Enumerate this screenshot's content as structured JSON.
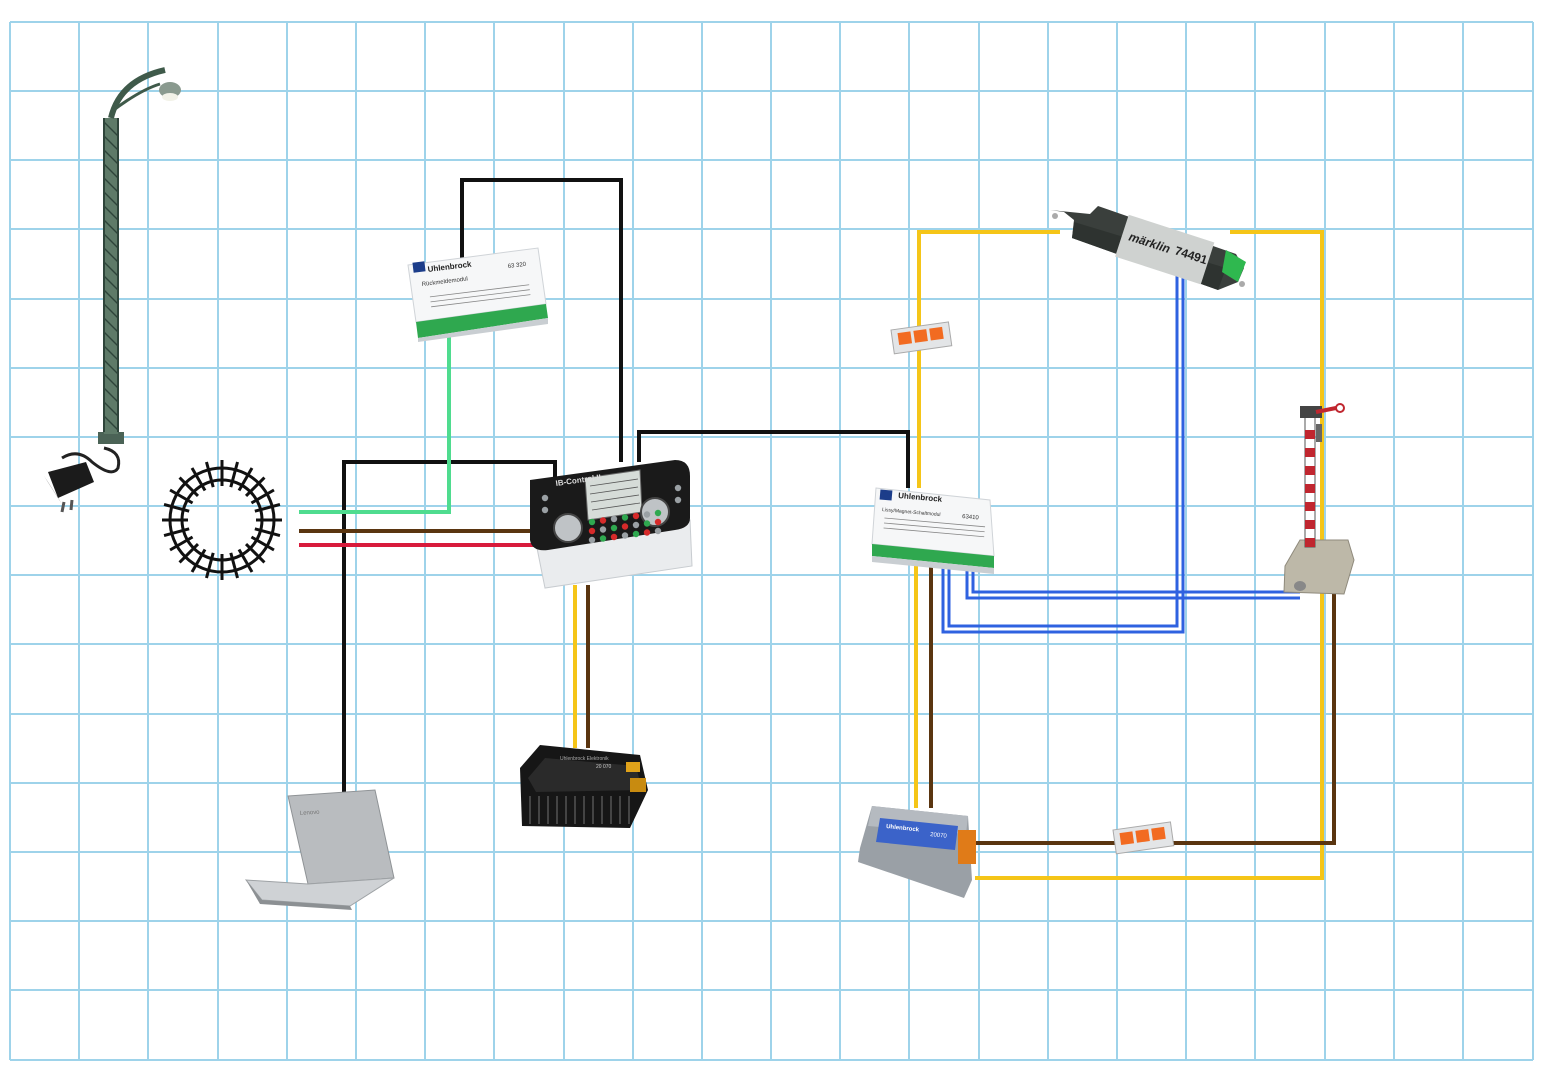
{
  "colors": {
    "grid": "#9ed3ea",
    "wire_black": "#111111",
    "wire_green": "#4fdc8f",
    "wire_brown": "#5a3510",
    "wire_red": "#d81b3c",
    "wire_yellow": "#f5c518",
    "wire_blue": "#2f62e0",
    "unit_body": "#eceef0",
    "terminal_green": "#2fa84f"
  },
  "components": {
    "feedback_module": {
      "brand": "Uhlenbrock",
      "title": "Rückmeldemodul",
      "number": "63 320",
      "icon": "feedback-module-icon"
    },
    "switch_module": {
      "brand": "Uhlenbrock",
      "title": "Lissy/Magnet-Schaltmodul",
      "number": "63410",
      "icon": "switch-module-icon"
    },
    "central_unit": {
      "name": "IB-Control II",
      "icon": "command-station-icon"
    },
    "digital_decoder": {
      "brand": "märklin",
      "number": "74491",
      "icon": "decoder-icon"
    },
    "power_booster": {
      "brand": "Uhlenbrock Elektronik",
      "number": "20 070",
      "icon": "transformer-black-icon"
    },
    "transformer": {
      "brand": "Uhlenbrock",
      "number": "20070",
      "icon": "transformer-blue-icon"
    },
    "laptop": {
      "brand": "Lenovo",
      "icon": "laptop-icon"
    },
    "street_lamp": {
      "icon": "street-lamp-icon"
    },
    "power_adapter": {
      "icon": "power-adapter-icon"
    },
    "track_circle": {
      "icon": "track-circle-icon"
    },
    "semaphore_signal": {
      "icon": "semaphore-signal-icon"
    },
    "wago_connector": {
      "icon": "wago-connector-icon"
    }
  }
}
